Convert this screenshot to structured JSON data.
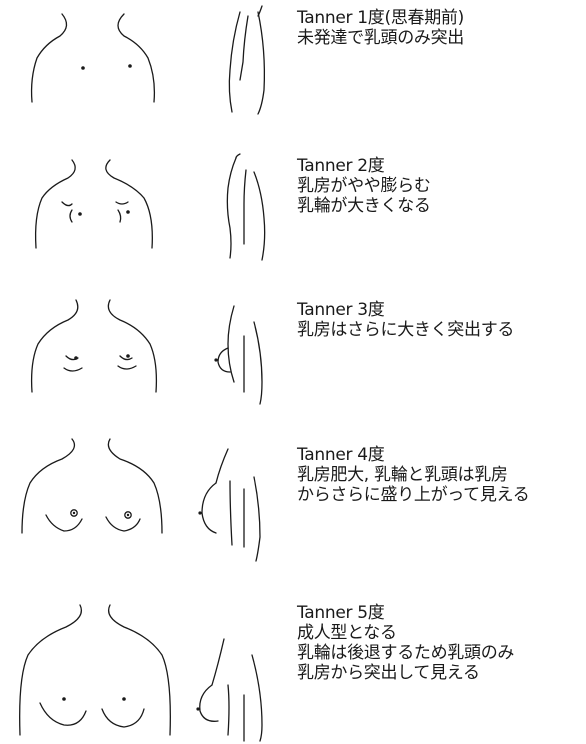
{
  "stages": [
    {
      "lines": [
        "Tanner 1度(思春期前)",
        "未発達で乳頭のみ突出"
      ]
    },
    {
      "lines": [
        "Tanner 2度",
        "乳房がやや膨らむ",
        "乳輪が大きくなる"
      ]
    },
    {
      "lines": [
        "Tanner 3度",
        "乳房はさらに大きく突出する"
      ]
    },
    {
      "lines": [
        "Tanner 4度",
        "乳房肥大, 乳輪と乳頭は乳房",
        "からさらに盛り上がって見える"
      ]
    },
    {
      "lines": [
        "Tanner 5度",
        "成人型となる",
        "乳輪は後退するため乳頭のみ",
        "乳房から突出して見える"
      ]
    }
  ],
  "colors": {
    "line": "#1a1a1a",
    "background": "#ffffff"
  }
}
